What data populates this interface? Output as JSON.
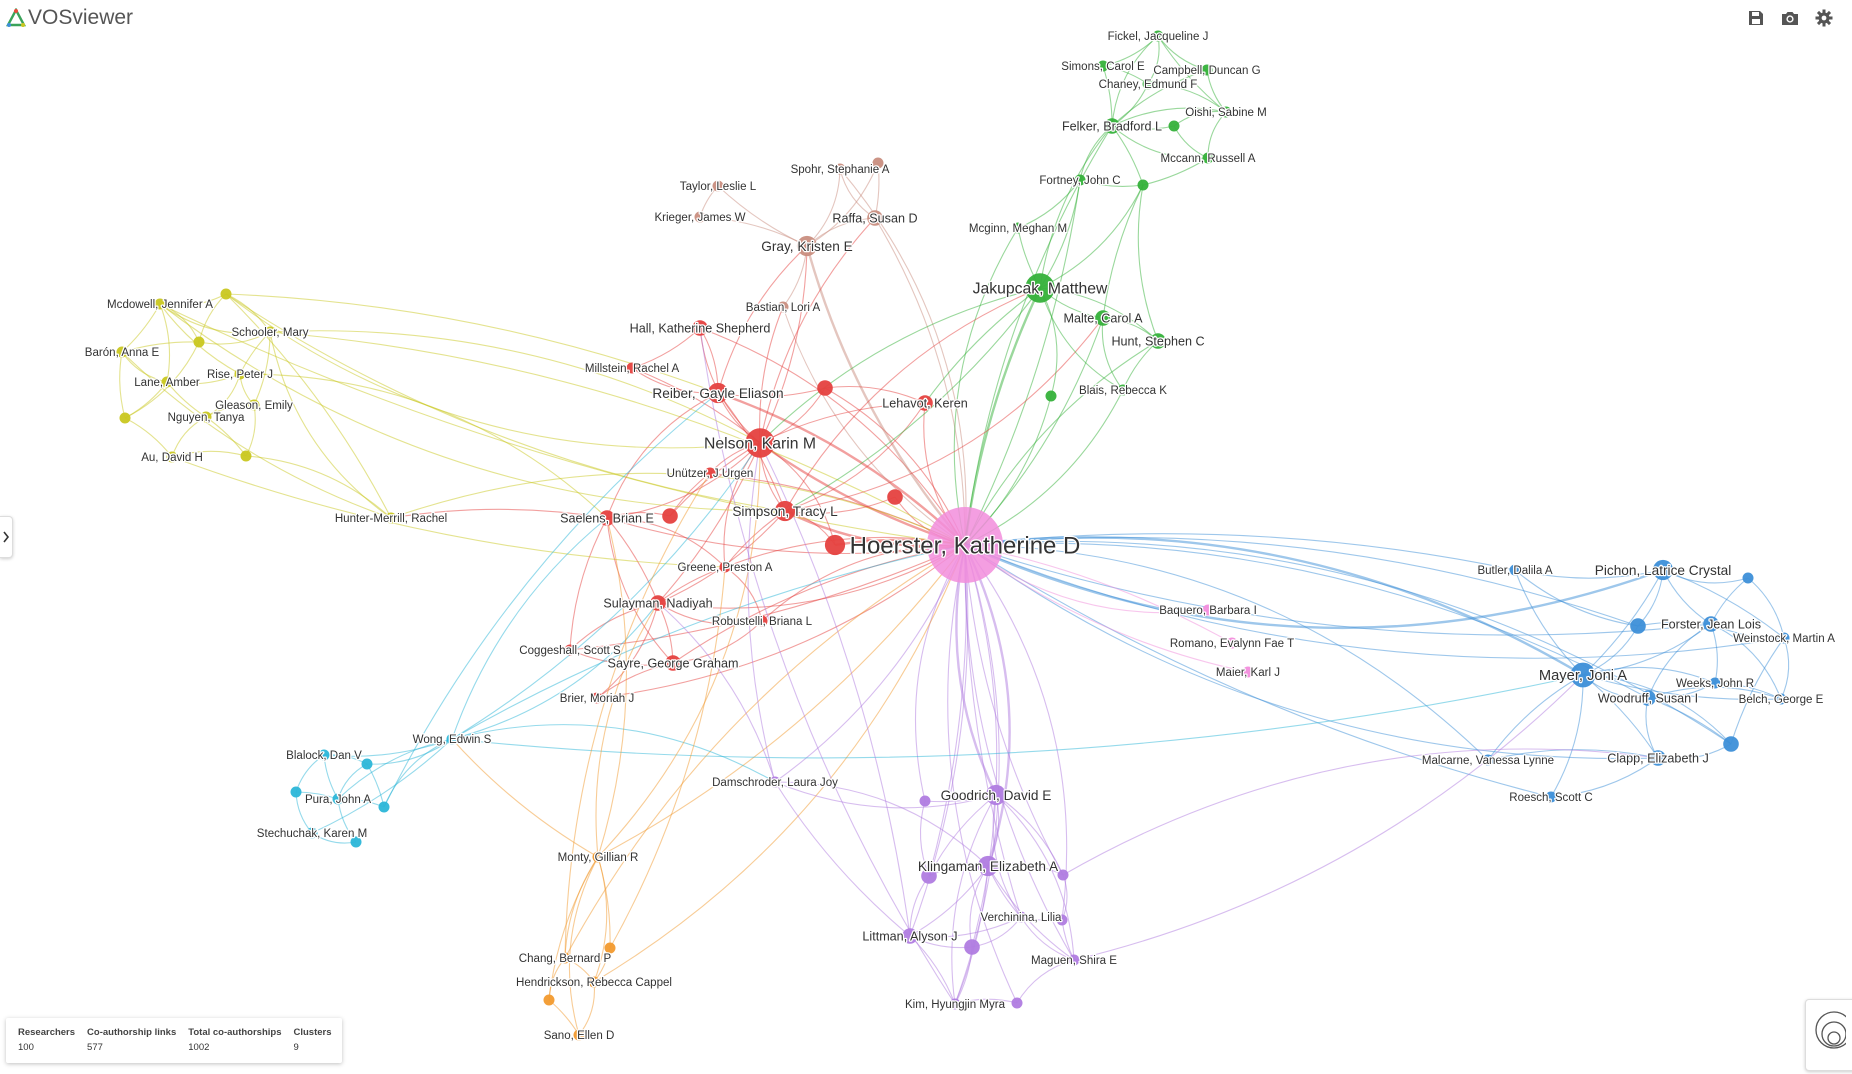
{
  "app": {
    "title": "VOSviewer"
  },
  "toolbar": {
    "save": "save-icon",
    "screenshot": "camera-icon",
    "settings": "gear-icon"
  },
  "stats": [
    {
      "label": "Researchers",
      "value": "100"
    },
    {
      "label": "Co-authorship links",
      "value": "577"
    },
    {
      "label": "Total co-authorships",
      "value": "1002"
    },
    {
      "label": "Clusters",
      "value": "9"
    }
  ],
  "clusters": {
    "red": "#e5413f",
    "green": "#35b13a",
    "blue": "#3d8fd8",
    "yellow": "#c9c720",
    "purple": "#b07ce0",
    "cyan": "#2bb6d8",
    "orange": "#f29a2e",
    "brown": "#c98e80",
    "pink": "#f28ddc"
  },
  "nodes": [
    {
      "id": "hoerster",
      "label": "Hoerster, Katherine D",
      "cluster": "pink",
      "weight": 10
    },
    {
      "id": "baquero",
      "label": "Baquero, Barbara I",
      "cluster": "pink",
      "weight": 1
    },
    {
      "id": "romano",
      "label": "Romano, Evalynn Fae T",
      "cluster": "pink",
      "weight": 1
    },
    {
      "id": "maier",
      "label": "Maier, Karl J",
      "cluster": "pink",
      "weight": 1
    },
    {
      "id": "nelson",
      "label": "Nelson, Karin M",
      "cluster": "red",
      "weight": 5
    },
    {
      "id": "reiber",
      "label": "Reiber, Gayle Eliason",
      "cluster": "red",
      "weight": 3
    },
    {
      "id": "simpson",
      "label": "Simpson, Tracy L",
      "cluster": "red",
      "weight": 3
    },
    {
      "id": "hall",
      "label": "Hall, Katherine Shepherd",
      "cluster": "red",
      "weight": 2
    },
    {
      "id": "millstein",
      "label": "Millstein, Rachel A",
      "cluster": "red",
      "weight": 1
    },
    {
      "id": "lehavot",
      "label": "Lehavot, Keren",
      "cluster": "red",
      "weight": 2
    },
    {
      "id": "unutzer",
      "label": "Unützer, J Urgen",
      "cluster": "red",
      "weight": 1
    },
    {
      "id": "saelens",
      "label": "Saelens, Brian E",
      "cluster": "red",
      "weight": 2
    },
    {
      "id": "greene",
      "label": "Greene, Preston A",
      "cluster": "red",
      "weight": 1
    },
    {
      "id": "sulayman",
      "label": "Sulayman, Nadiyah",
      "cluster": "red",
      "weight": 2
    },
    {
      "id": "robustelli",
      "label": "Robustelli, Briana L",
      "cluster": "red",
      "weight": 1
    },
    {
      "id": "coggeshall",
      "label": "Coggeshall, Scott S",
      "cluster": "red",
      "weight": 1
    },
    {
      "id": "sayre",
      "label": "Sayre, George Graham",
      "cluster": "red",
      "weight": 2
    },
    {
      "id": "brier",
      "label": "Brier, Moriah J",
      "cluster": "red",
      "weight": 1
    },
    {
      "id": "r1",
      "label": "",
      "cluster": "red",
      "weight": 2
    },
    {
      "id": "r2",
      "label": "",
      "cluster": "red",
      "weight": 2
    },
    {
      "id": "r3",
      "label": "",
      "cluster": "red",
      "weight": 3
    },
    {
      "id": "r4",
      "label": "",
      "cluster": "red",
      "weight": 2
    },
    {
      "id": "gray",
      "label": "Gray, Kristen E",
      "cluster": "brown",
      "weight": 3
    },
    {
      "id": "raffa",
      "label": "Raffa, Susan D",
      "cluster": "brown",
      "weight": 2
    },
    {
      "id": "spohr",
      "label": "Spohr, Stephanie A",
      "cluster": "brown",
      "weight": 1
    },
    {
      "id": "taylor",
      "label": "Taylor, Leslie L",
      "cluster": "brown",
      "weight": 1
    },
    {
      "id": "krieger",
      "label": "Krieger, James W",
      "cluster": "brown",
      "weight": 1
    },
    {
      "id": "bastian",
      "label": "Bastian, Lori A",
      "cluster": "brown",
      "weight": 1
    },
    {
      "id": "b1",
      "label": "",
      "cluster": "brown",
      "weight": 1
    },
    {
      "id": "jakupcak",
      "label": "Jakupcak, Matthew",
      "cluster": "green",
      "weight": 5
    },
    {
      "id": "malte",
      "label": "Malte, Carol A",
      "cluster": "green",
      "weight": 2
    },
    {
      "id": "hunt",
      "label": "Hunt, Stephen C",
      "cluster": "green",
      "weight": 2
    },
    {
      "id": "blais",
      "label": "Blais, Rebecca K",
      "cluster": "green",
      "weight": 1
    },
    {
      "id": "mcginn",
      "label": "Mcginn, Meghan M",
      "cluster": "green",
      "weight": 1
    },
    {
      "id": "fortney",
      "label": "Fortney, John C",
      "cluster": "green",
      "weight": 1
    },
    {
      "id": "felker",
      "label": "Felker, Bradford L",
      "cluster": "green",
      "weight": 2
    },
    {
      "id": "fickel",
      "label": "Fickel, Jacqueline J",
      "cluster": "green",
      "weight": 1
    },
    {
      "id": "simons",
      "label": "Simons, Carol E",
      "cluster": "green",
      "weight": 1
    },
    {
      "id": "campbell",
      "label": "Campbell, Duncan G",
      "cluster": "green",
      "weight": 1
    },
    {
      "id": "chaney",
      "label": "Chaney, Edmund F",
      "cluster": "green",
      "weight": 1
    },
    {
      "id": "oishi",
      "label": "Oishi, Sabine M",
      "cluster": "green",
      "weight": 1
    },
    {
      "id": "mccann",
      "label": "Mccann, Russell A",
      "cluster": "green",
      "weight": 1
    },
    {
      "id": "g1",
      "label": "",
      "cluster": "green",
      "weight": 1
    },
    {
      "id": "g2",
      "label": "",
      "cluster": "green",
      "weight": 1
    },
    {
      "id": "g3",
      "label": "",
      "cluster": "green",
      "weight": 1
    },
    {
      "id": "mayer",
      "label": "Mayer, Joni A",
      "cluster": "blue",
      "weight": 4
    },
    {
      "id": "pichon",
      "label": "Pichon, Latrice Crystal",
      "cluster": "blue",
      "weight": 3
    },
    {
      "id": "butler",
      "label": "Butler, Dalila A",
      "cluster": "blue",
      "weight": 1
    },
    {
      "id": "forster",
      "label": "Forster, Jean Lois",
      "cluster": "blue",
      "weight": 2
    },
    {
      "id": "weinstock",
      "label": "Weinstock, Martin A",
      "cluster": "blue",
      "weight": 1
    },
    {
      "id": "weeks",
      "label": "Weeks, John R",
      "cluster": "blue",
      "weight": 1
    },
    {
      "id": "woodruff",
      "label": "Woodruff, Susan I",
      "cluster": "blue",
      "weight": 2
    },
    {
      "id": "belch",
      "label": "Belch, George E",
      "cluster": "blue",
      "weight": 1
    },
    {
      "id": "clapp",
      "label": "Clapp, Elizabeth J",
      "cluster": "blue",
      "weight": 2
    },
    {
      "id": "malcarne",
      "label": "Malcarne, Vanessa Lynne",
      "cluster": "blue",
      "weight": 1
    },
    {
      "id": "roesch",
      "label": "Roesch, Scott C",
      "cluster": "blue",
      "weight": 1
    },
    {
      "id": "bl1",
      "label": "",
      "cluster": "blue",
      "weight": 2
    },
    {
      "id": "bl2",
      "label": "",
      "cluster": "blue",
      "weight": 1
    },
    {
      "id": "bl3",
      "label": "",
      "cluster": "blue",
      "weight": 2
    },
    {
      "id": "mcdowell",
      "label": "Mcdowell, Jennifer A",
      "cluster": "yellow",
      "weight": 1
    },
    {
      "id": "schooler",
      "label": "Schooler, Mary",
      "cluster": "yellow",
      "weight": 1
    },
    {
      "id": "baron",
      "label": "Barón, Anna E",
      "cluster": "yellow",
      "weight": 1
    },
    {
      "id": "rise",
      "label": "Rise, Peter J",
      "cluster": "yellow",
      "weight": 1
    },
    {
      "id": "lane",
      "label": "Lane, Amber",
      "cluster": "yellow",
      "weight": 1
    },
    {
      "id": "gleason",
      "label": "Gleason, Emily",
      "cluster": "yellow",
      "weight": 1
    },
    {
      "id": "nguyen",
      "label": "Nguyen, Tanya",
      "cluster": "yellow",
      "weight": 1
    },
    {
      "id": "au",
      "label": "Au, David H",
      "cluster": "yellow",
      "weight": 1
    },
    {
      "id": "hunter",
      "label": "Hunter-Merrill, Rachel",
      "cluster": "yellow",
      "weight": 1
    },
    {
      "id": "y1",
      "label": "",
      "cluster": "yellow",
      "weight": 1
    },
    {
      "id": "y2",
      "label": "",
      "cluster": "yellow",
      "weight": 1
    },
    {
      "id": "y3",
      "label": "",
      "cluster": "yellow",
      "weight": 1
    },
    {
      "id": "y4",
      "label": "",
      "cluster": "yellow",
      "weight": 1
    },
    {
      "id": "wong",
      "label": "Wong, Edwin S",
      "cluster": "cyan",
      "weight": 1
    },
    {
      "id": "blalock",
      "label": "Blalock, Dan V",
      "cluster": "cyan",
      "weight": 1
    },
    {
      "id": "pura",
      "label": "Pura, John A",
      "cluster": "cyan",
      "weight": 1
    },
    {
      "id": "stechuchak",
      "label": "Stechuchak, Karen M",
      "cluster": "cyan",
      "weight": 1
    },
    {
      "id": "c1",
      "label": "",
      "cluster": "cyan",
      "weight": 1
    },
    {
      "id": "c2",
      "label": "",
      "cluster": "cyan",
      "weight": 1
    },
    {
      "id": "c3",
      "label": "",
      "cluster": "cyan",
      "weight": 1
    },
    {
      "id": "c4",
      "label": "",
      "cluster": "cyan",
      "weight": 1
    },
    {
      "id": "monty",
      "label": "Monty, Gillian R",
      "cluster": "orange",
      "weight": 1
    },
    {
      "id": "chang",
      "label": "Chang, Bernard P",
      "cluster": "orange",
      "weight": 1
    },
    {
      "id": "hendrickson",
      "label": "Hendrickson, Rebecca Cappel",
      "cluster": "orange",
      "weight": 1
    },
    {
      "id": "sano",
      "label": "Sano, Ellen D",
      "cluster": "orange",
      "weight": 1
    },
    {
      "id": "o1",
      "label": "",
      "cluster": "orange",
      "weight": 1
    },
    {
      "id": "o2",
      "label": "",
      "cluster": "orange",
      "weight": 1
    },
    {
      "id": "damschroder",
      "label": "Damschroder, Laura Joy",
      "cluster": "purple",
      "weight": 1
    },
    {
      "id": "goodrich",
      "label": "Goodrich, David E",
      "cluster": "purple",
      "weight": 3
    },
    {
      "id": "klingaman",
      "label": "Klingaman, Elizabeth A",
      "cluster": "purple",
      "weight": 3
    },
    {
      "id": "verchinina",
      "label": "Verchinina, Lilia",
      "cluster": "purple",
      "weight": 1
    },
    {
      "id": "littman",
      "label": "Littman, Alyson J",
      "cluster": "purple",
      "weight": 2
    },
    {
      "id": "maguen",
      "label": "Maguen, Shira E",
      "cluster": "purple",
      "weight": 1
    },
    {
      "id": "kim",
      "label": "Kim, Hyungjin Myra",
      "cluster": "purple",
      "weight": 1
    },
    {
      "id": "p1",
      "label": "",
      "cluster": "purple",
      "weight": 1
    },
    {
      "id": "p2",
      "label": "",
      "cluster": "purple",
      "weight": 2
    },
    {
      "id": "p3",
      "label": "",
      "cluster": "purple",
      "weight": 1
    },
    {
      "id": "p4",
      "label": "",
      "cluster": "purple",
      "weight": 2
    },
    {
      "id": "p5",
      "label": "",
      "cluster": "purple",
      "weight": 1
    },
    {
      "id": "p6",
      "label": "",
      "cluster": "purple",
      "weight": 1
    }
  ]
}
